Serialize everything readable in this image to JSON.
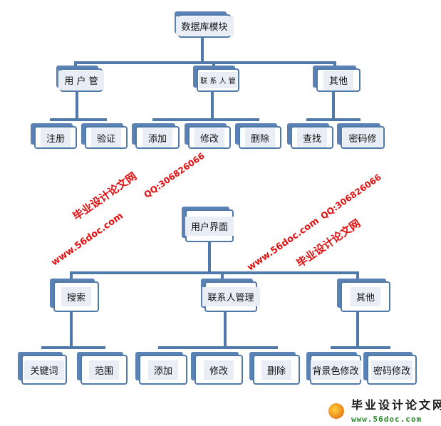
{
  "top_tree": {
    "root": "数据库模块",
    "children": [
      {
        "label": "用 户 管",
        "children": [
          "注册",
          "验证"
        ]
      },
      {
        "label": "联 系 人 管",
        "children": [
          "添加",
          "修改",
          "删除"
        ]
      },
      {
        "label": "其他",
        "children": [
          "查找",
          "密码修"
        ]
      }
    ]
  },
  "bottom_tree": {
    "root": "用户界面",
    "children": [
      {
        "label": "搜索",
        "children": [
          "关键词",
          "范围"
        ]
      },
      {
        "label": "联系人管理",
        "children": [
          "添加",
          "修改",
          "删除"
        ]
      },
      {
        "label": "其他",
        "children": [
          "背景色修改",
          "密码修改"
        ]
      }
    ]
  },
  "watermarks": {
    "site_cn": "毕业设计论文网",
    "url": "www.56doc.com",
    "qq": "QQ:306826066"
  },
  "logo": {
    "title": "毕业设计论文网",
    "url": "www.56doc.com"
  }
}
